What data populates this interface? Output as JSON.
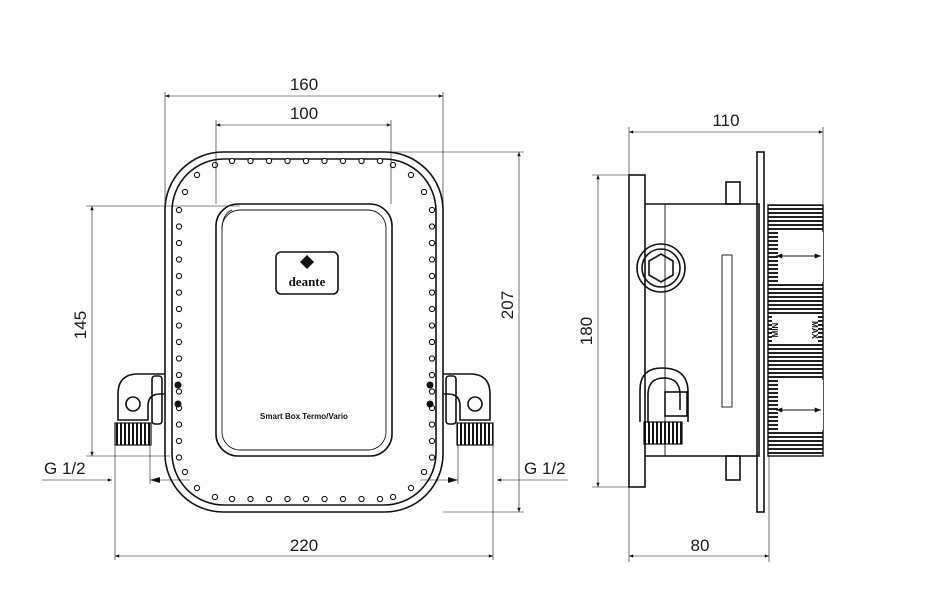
{
  "dimensions": {
    "front_outer_width": "160",
    "front_inner_width": "100",
    "front_cover_height": "145",
    "front_total_height": "207",
    "front_overall_width": "220",
    "thread_left": "G 1/2",
    "thread_right": "G 1/2",
    "side_depth_total": "110",
    "side_height": "180",
    "side_depth_body": "80"
  },
  "labels": {
    "brand": "deante",
    "product": "Smart Box Termo/Vario",
    "min_mark": "MIN",
    "max_mark": "MAX"
  },
  "colors": {
    "line": "#111111",
    "background": "#ffffff"
  }
}
